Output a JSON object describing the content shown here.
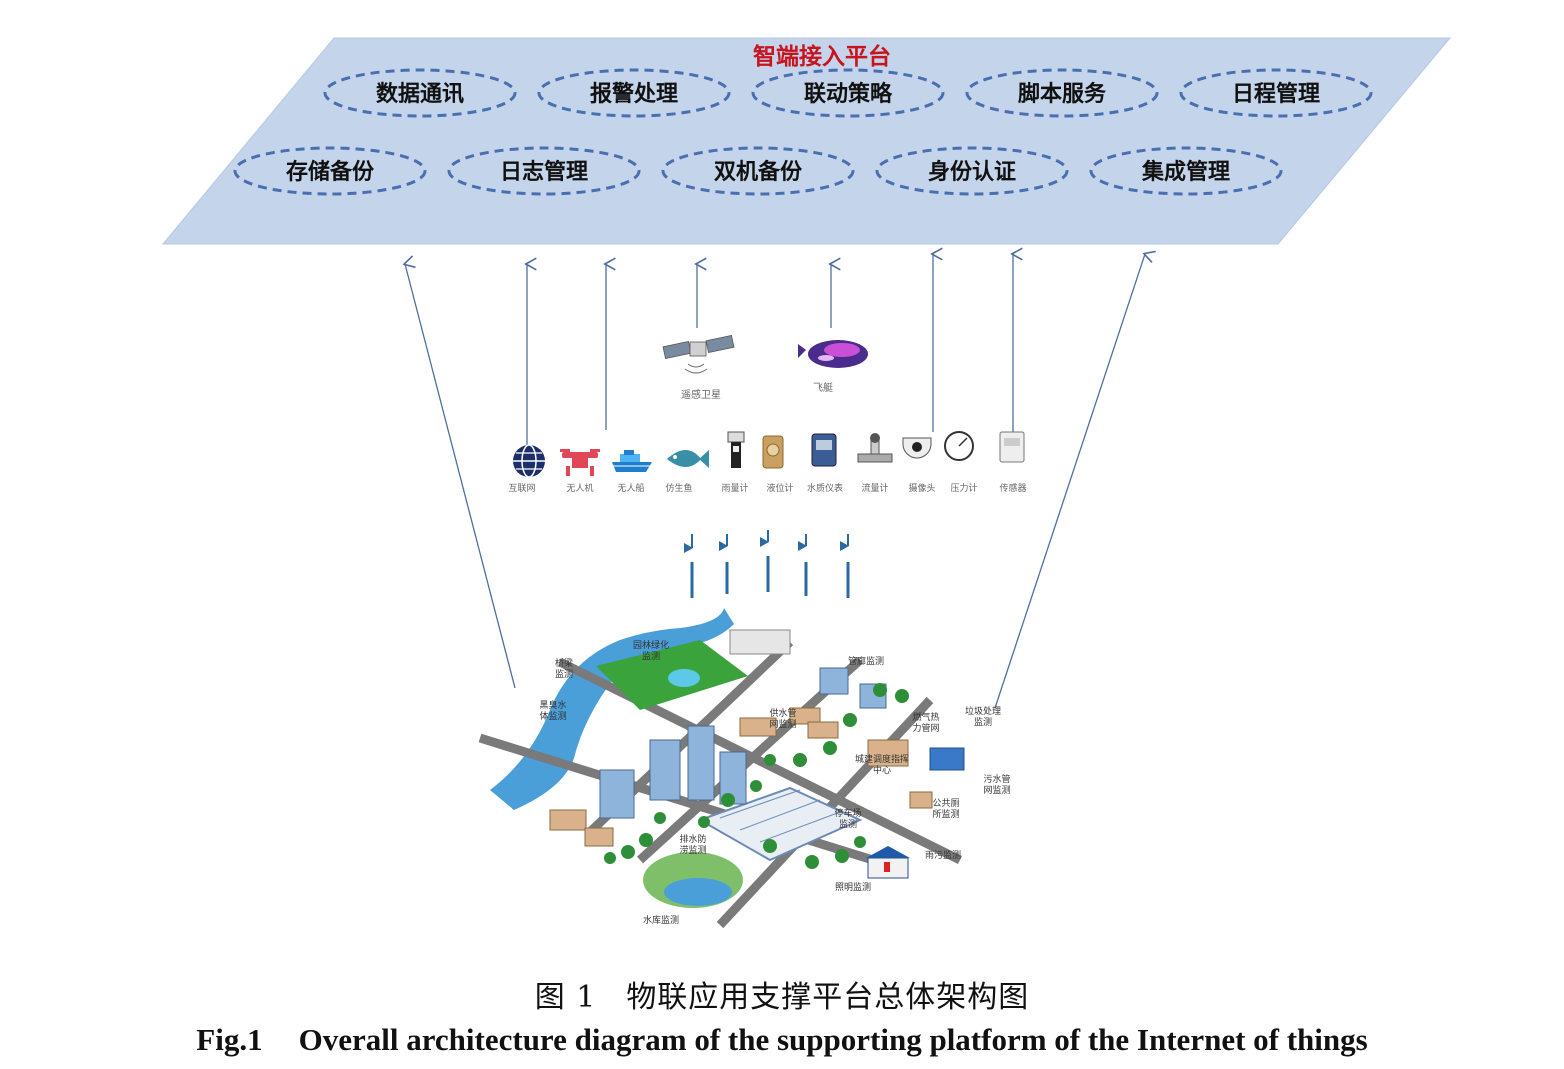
{
  "platform": {
    "title": "智端接入平台",
    "modules_row1": [
      "数据通讯",
      "报警处理",
      "联动策略",
      "脚本服务",
      "日程管理"
    ],
    "modules_row2": [
      "存储备份",
      "日志管理",
      "双机备份",
      "身份认证",
      "集成管理"
    ]
  },
  "aerial": {
    "satellite_label": "遥感卫星",
    "airship_label": "飞艇"
  },
  "devices": [
    {
      "label": "互联网",
      "icon": "globe-icon"
    },
    {
      "label": "无人机",
      "icon": "drone-icon"
    },
    {
      "label": "无人船",
      "icon": "boat-icon"
    },
    {
      "label": "仿生鱼",
      "icon": "fish-icon"
    },
    {
      "label": "雨量计",
      "icon": "rain-gauge-icon"
    },
    {
      "label": "液位计",
      "icon": "level-gauge-icon"
    },
    {
      "label": "水质仪表",
      "icon": "water-quality-meter-icon"
    },
    {
      "label": "流量计",
      "icon": "flow-meter-icon"
    },
    {
      "label": "摄像头",
      "icon": "camera-icon"
    },
    {
      "label": "压力计",
      "icon": "pressure-gauge-icon"
    },
    {
      "label": "传感器",
      "icon": "sensor-icon"
    }
  ],
  "city_labels": {
    "garden": "园林绿化\n监测",
    "bridge": "桥梁\n监测",
    "water_body": "黑臭水\n体监测",
    "supply_pipe": "供水管\n网监测",
    "pipe_gallery": "管廊监测",
    "gas_heat": "燃气热\n力管网",
    "garbage": "垃圾处理\n监测",
    "dispatch": "城建调度指挥\n中心",
    "sewage": "污水管\n网监测",
    "toilet": "公共厕\n所监测",
    "parking": "停车场\n监测",
    "drainage": "排水防\n涝监测",
    "rain_pipe": "雨污监测",
    "lighting": "照明监测",
    "reservoir": "水库监测"
  },
  "caption": {
    "cn_prefix": "图 1",
    "cn_text": "物联应用支撑平台总体架构图",
    "en_prefix": "Fig.1",
    "en_text": "Overall architecture diagram of the supporting platform of the Internet of things"
  },
  "colors": {
    "platform_fill": "#c4d4ea",
    "ellipse_stroke": "#4a6fb0",
    "title_red": "#c8141e",
    "arrow": "#4f6f9e",
    "up_arrow": "#2a6aa0"
  }
}
